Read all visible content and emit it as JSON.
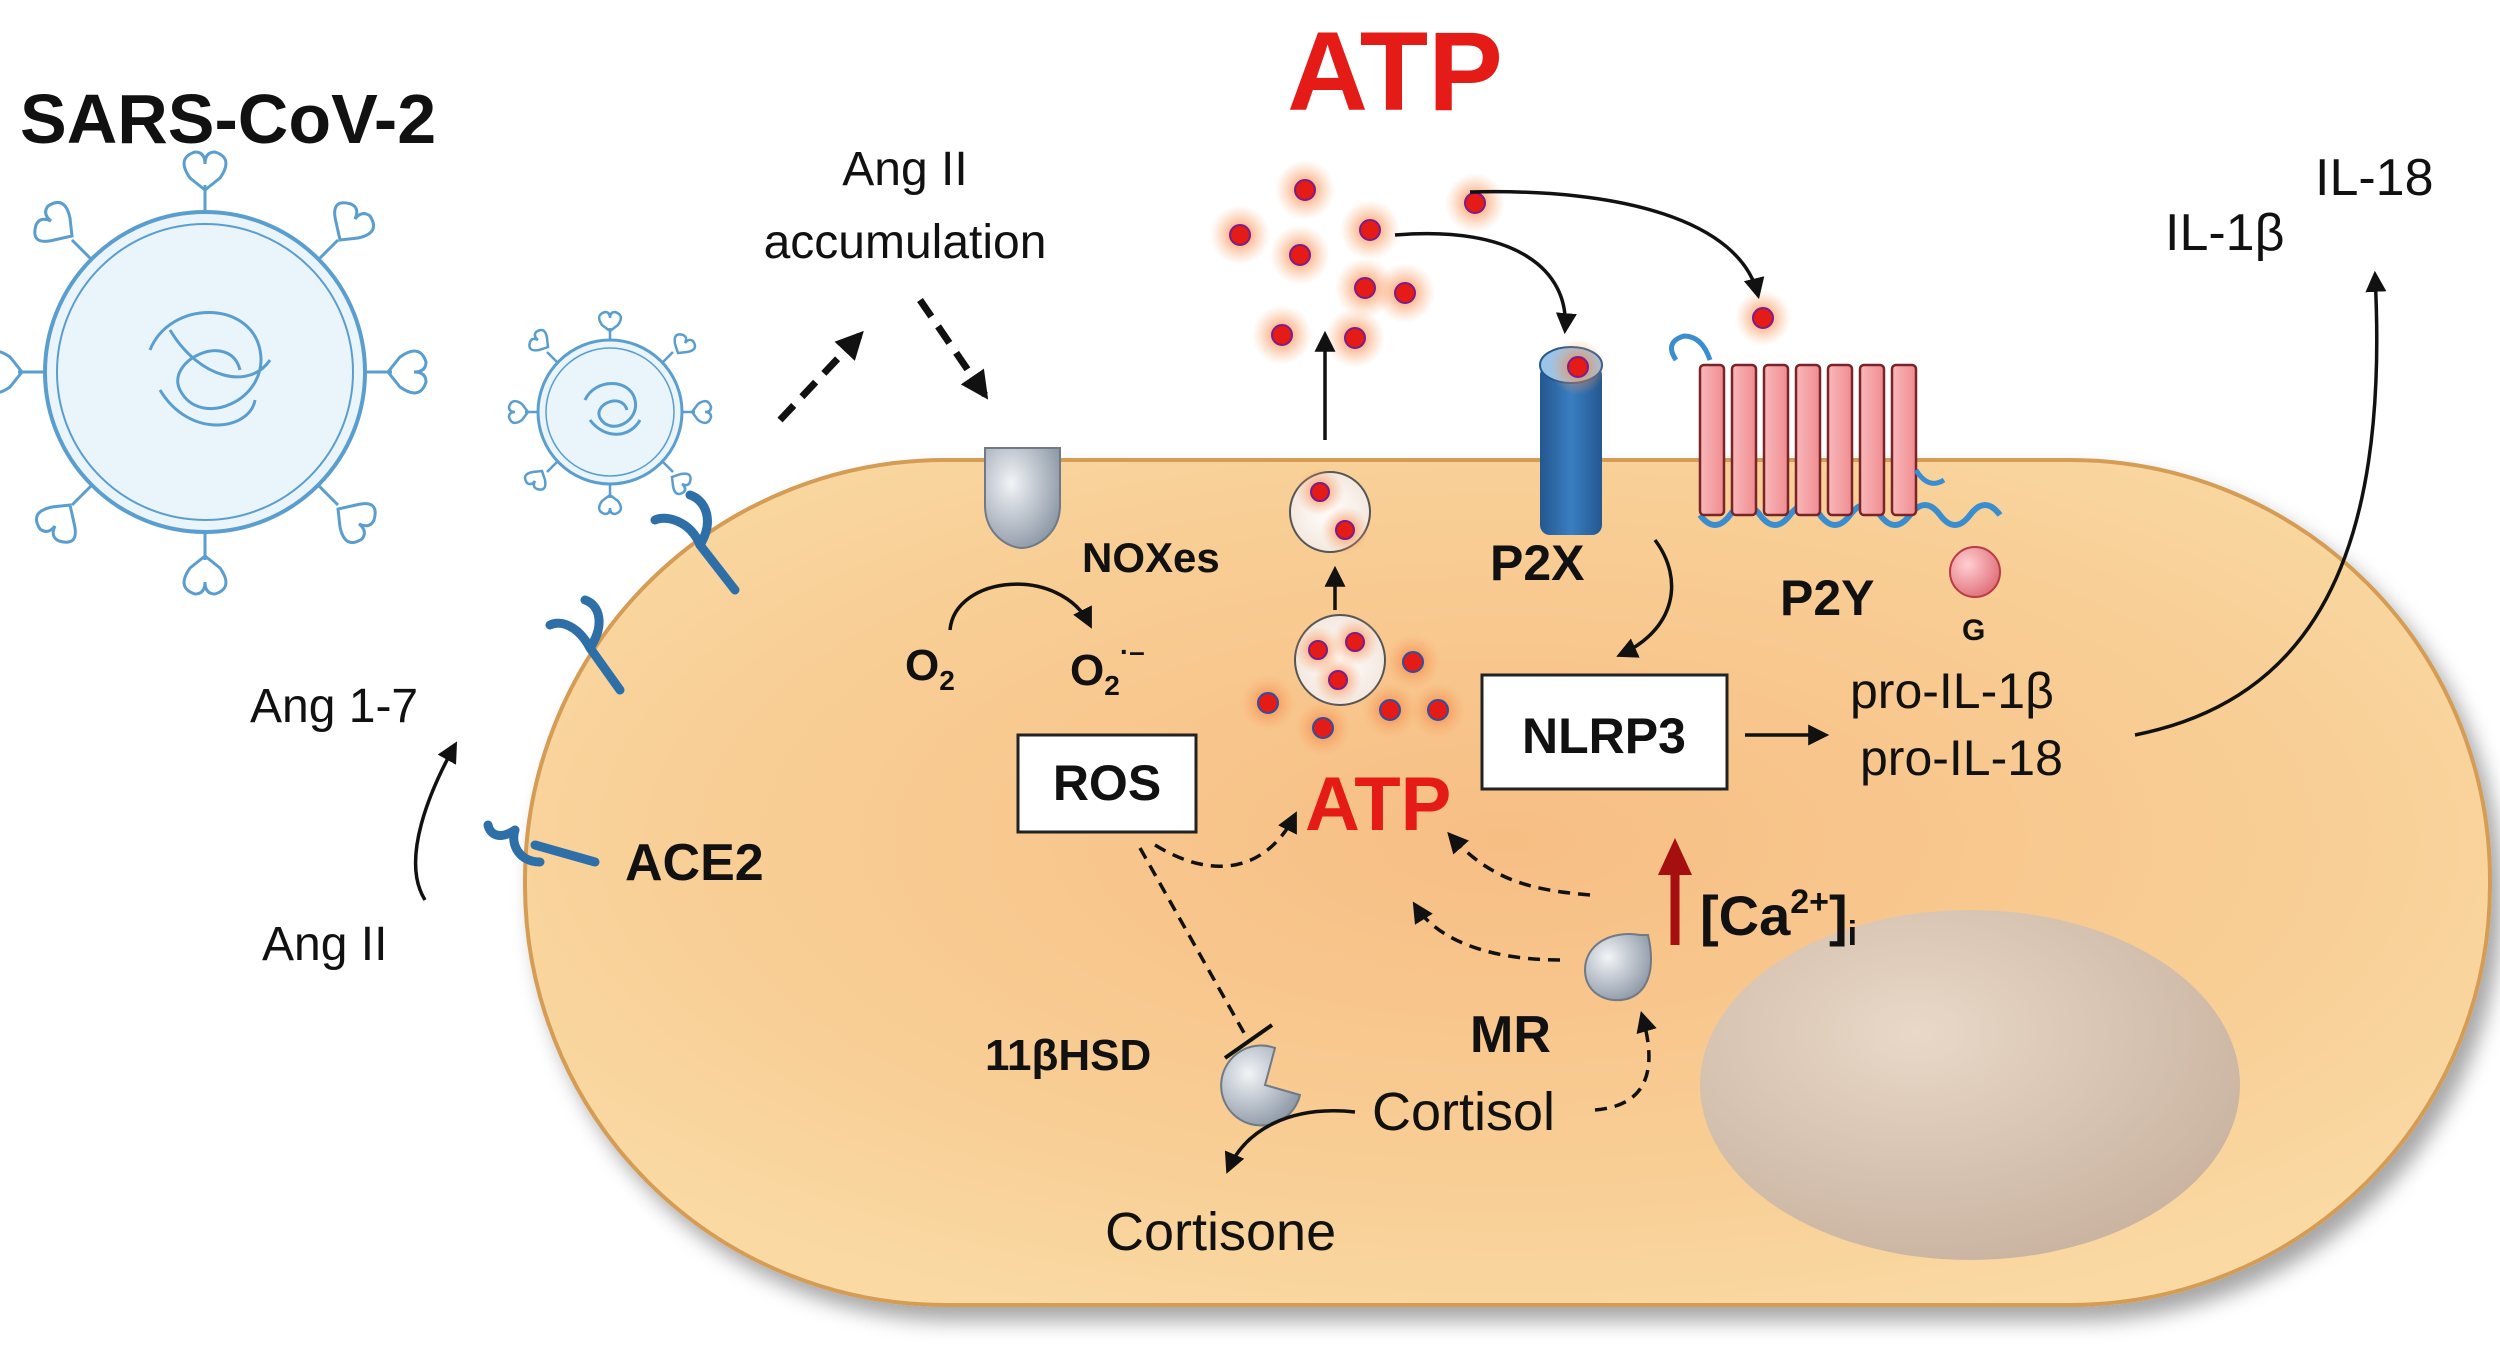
{
  "virus_label": "SARS-CoV-2",
  "atp_top": "ATP",
  "atp_inner": "ATP",
  "ang2_accumulation": [
    "Ang II",
    "accumulation"
  ],
  "il1b": "IL-1β",
  "il18": "IL-18",
  "noxes": "NOXes",
  "o2": {
    "base": "O",
    "sub": "2"
  },
  "superoxide": {
    "base": "O",
    "sub": "2",
    "sup": "·–"
  },
  "ros": "ROS",
  "p2x": "P2X",
  "p2y": "P2Y",
  "g_protein": "G",
  "nlrp3": "NLRP3",
  "pro_il1b": "pro-IL-1β",
  "pro_il18": "pro-IL-18",
  "ang17": "Ang 1-7",
  "ace2": "ACE2",
  "ang2": "Ang II",
  "calcium": {
    "open": "[Ca",
    "sup": "2+",
    "close": "]",
    "sub": "i"
  },
  "mr": "MR",
  "hsd": "11βHSD",
  "cortisol": "Cortisol",
  "cortisone": "Cortisone",
  "colors": {
    "atp_red": "#e41b17",
    "cell_fill": "#f6c98c",
    "cell_stroke": "#d9a25c",
    "receptor_blue": "#2f6fa8",
    "p2y_pink": "#f4a3a5",
    "calcium_arrow": "#a50f0f"
  }
}
